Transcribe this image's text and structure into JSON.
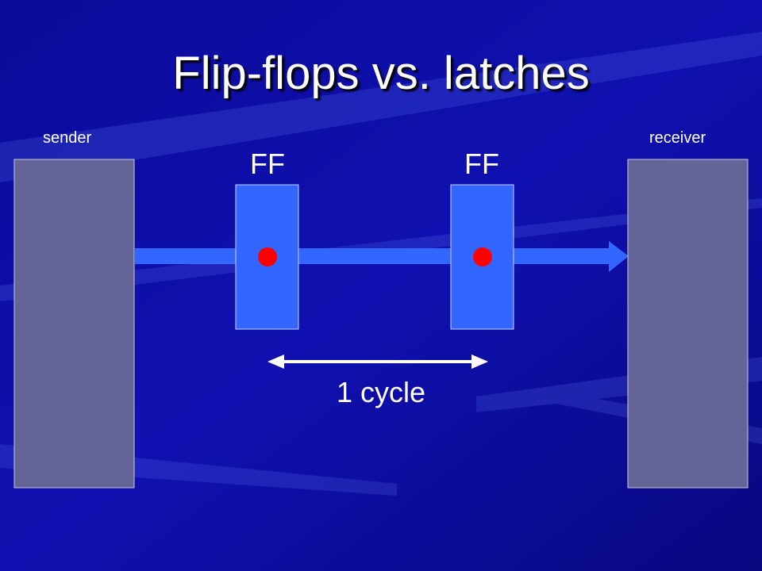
{
  "slide": {
    "title": "Flip-flops vs. latches"
  },
  "diagram": {
    "sender_label": "sender",
    "receiver_label": "receiver",
    "ff1_label": "FF",
    "ff2_label": "FF",
    "cycle_label": "1 cycle"
  },
  "colors": {
    "background": "#0a0a8c",
    "endpoint_box": "#646496",
    "flipflop_box": "#3366ff",
    "data_arrow": "#3366ff",
    "clock_dot": "#ff0000",
    "text": "#ffffff"
  }
}
